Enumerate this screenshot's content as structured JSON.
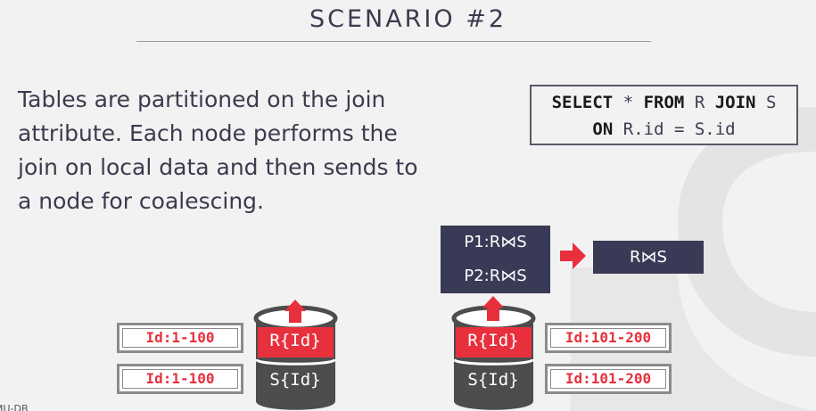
{
  "slide": {
    "title": "SCENARIO #2",
    "description": "Tables are partitioned on the join attribute. Each node performs the join on local data and then sends to a node for coalescing."
  },
  "query": {
    "kw_select": "SELECT",
    "star": "*",
    "kw_from": "FROM",
    "table_r": "R",
    "kw_join": "JOIN",
    "table_s": "S",
    "kw_on": "ON",
    "condition": "R.id = S.id"
  },
  "partials": {
    "p1": "P1:R⋈S",
    "p2": "P2:R⋈S"
  },
  "result": "R⋈S",
  "nodes": [
    {
      "r_label": "R{Id}",
      "s_label": "S{Id}",
      "r_range": "Id:1-100",
      "s_range": "Id:1-100"
    },
    {
      "r_label": "R{Id}",
      "s_label": "S{Id}",
      "r_range": "Id:101-200",
      "s_range": "Id:101-200"
    }
  ],
  "footer_fragment": "MU-DB",
  "colors": {
    "accent_red": "#e8303d",
    "navy": "#393a56",
    "db_dark": "#4d4d4d",
    "text": "#3b3b4f"
  }
}
